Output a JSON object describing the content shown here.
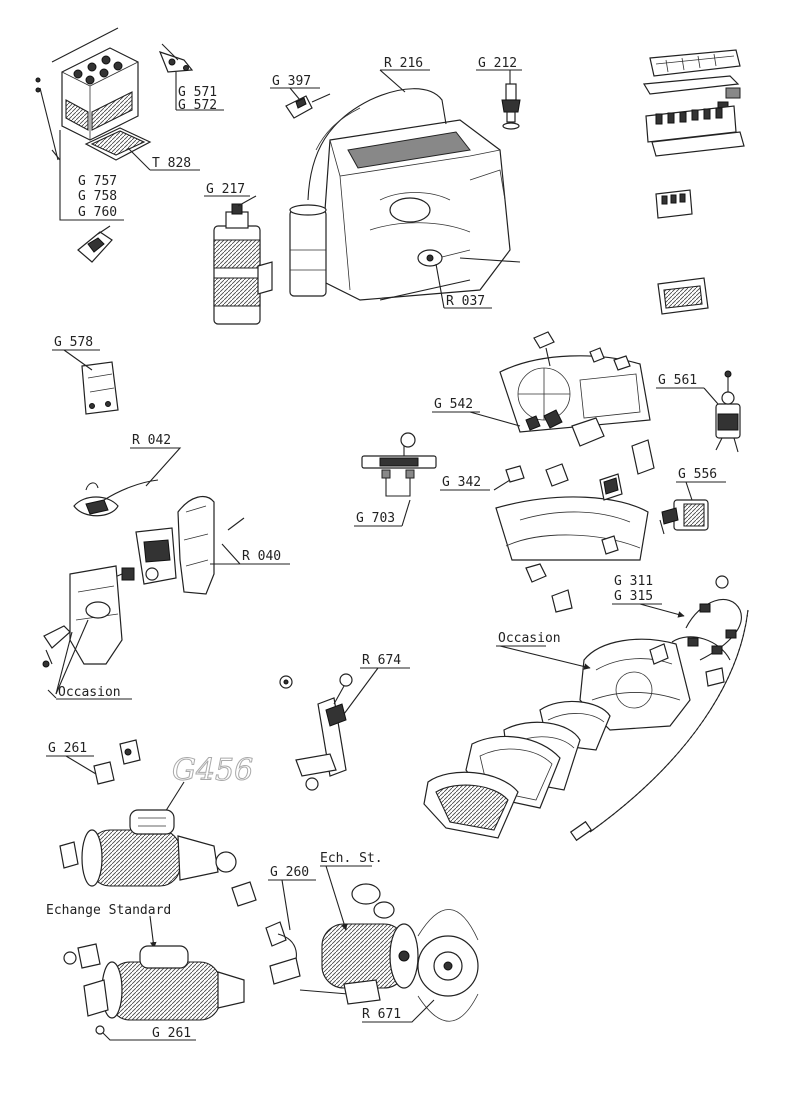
{
  "labels": {
    "g571": "G 571",
    "g572": "G 572",
    "t828": "T 828",
    "g757": "G 757",
    "g758": "G 758",
    "g760": "G 760",
    "g397": "G 397",
    "r216": "R 216",
    "g212": "G 212",
    "g217": "G 217",
    "r037": "R 037",
    "g578": "G 578",
    "r042": "R 042",
    "r040": "R 040",
    "occasion_left": "Occasion",
    "g542": "G 542",
    "g561": "G 561",
    "g703": "G 703",
    "g342": "G 342",
    "g556": "G 556",
    "g311": "G 311",
    "g315": "G 315",
    "occasion_right": "Occasion",
    "r674": "R 674",
    "g261_top": "G 261",
    "handwritten": "G456",
    "echange_standard": "Echange Standard",
    "g261_bottom": "G 261",
    "ech_st": "Ech. St.",
    "g260": "G 260",
    "r671": "R 671"
  }
}
